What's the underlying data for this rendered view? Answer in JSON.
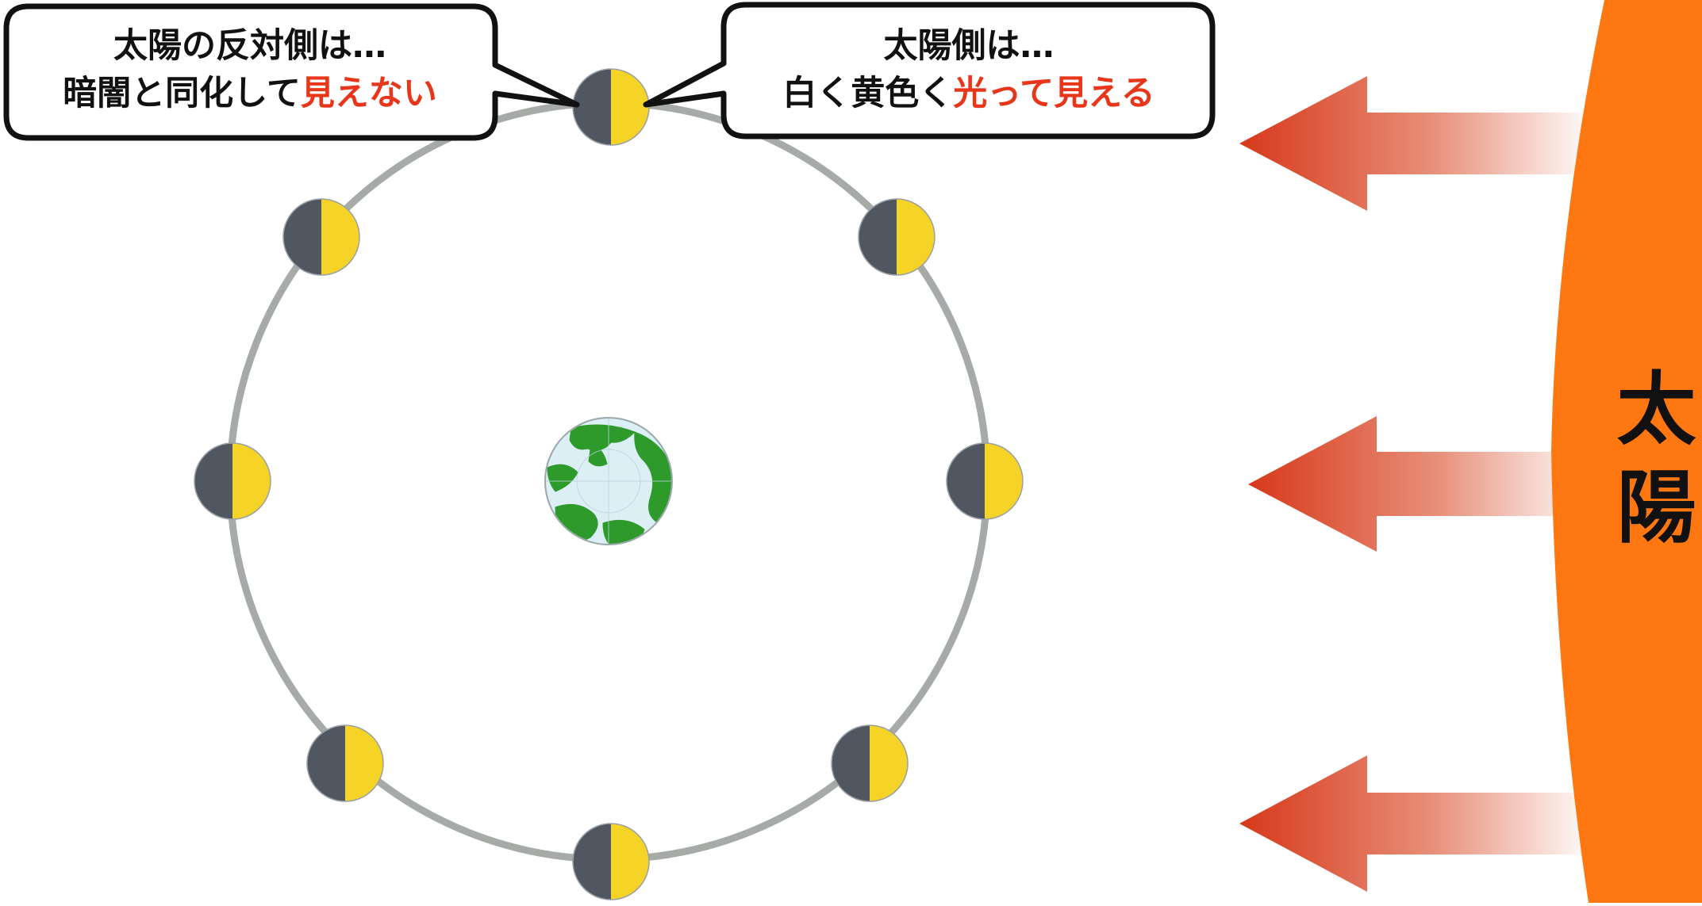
{
  "diagram": {
    "sun": {
      "label_chars": [
        "太",
        "陽"
      ],
      "color": "#ff7710"
    },
    "left_callout": {
      "line1": "太陽の反対側は…",
      "line2_plain": "暗闇と同化して",
      "line2_highlight": "見えない"
    },
    "right_callout": {
      "line1": "太陽側は…",
      "line2_plain": "白く黄色く",
      "line2_highlight": "光って見える"
    },
    "colors": {
      "orbit": "#a7aba8",
      "moon_dark": "#515760",
      "moon_lit": "#f5d327",
      "highlight_text": "#e8361a",
      "earth_land": "#2f9a2c",
      "earth_ocean": "#dceff5",
      "arrow": "#d7381a"
    },
    "icons": [
      "earth-icon",
      "moon-icon",
      "sunlight-arrow-icon"
    ]
  }
}
